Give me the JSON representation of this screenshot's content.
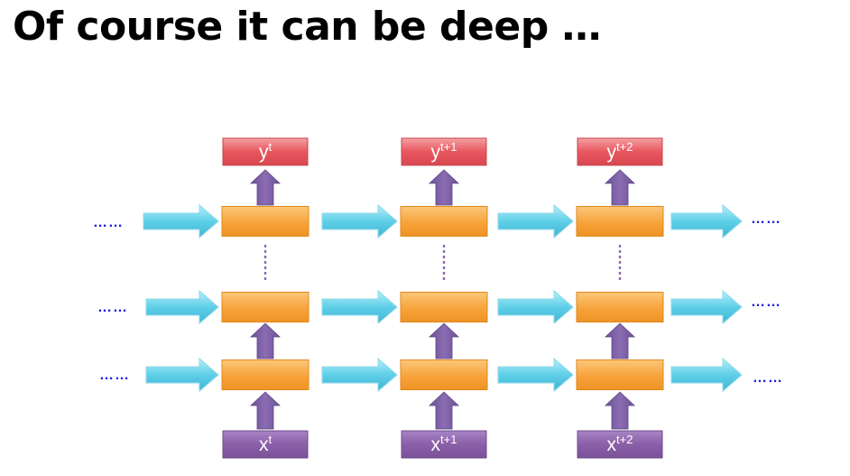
{
  "title": "Of course it can be deep …",
  "colors": {
    "hidden_box": "#f7a33a",
    "output_box": "#e8575f",
    "input_box": "#8a5fa8",
    "vertical_arrow": "#7f63a3",
    "horizontal_arrow": "#5fcfe8",
    "ellipsis_text": "#1f1fe0",
    "vertical_dots": "#8b6cb0"
  },
  "outputs": [
    {
      "base": "y",
      "sup": "t"
    },
    {
      "base": "y",
      "sup": "t+1"
    },
    {
      "base": "y",
      "sup": "t+2"
    }
  ],
  "inputs": [
    {
      "base": "x",
      "sup": "t"
    },
    {
      "base": "x",
      "sup": "t+1"
    },
    {
      "base": "x",
      "sup": "t+2"
    }
  ],
  "ellipsis_text": "……",
  "icons": {
    "horizontal_arrow": "arrow-right-icon",
    "vertical_arrow": "arrow-up-icon"
  }
}
